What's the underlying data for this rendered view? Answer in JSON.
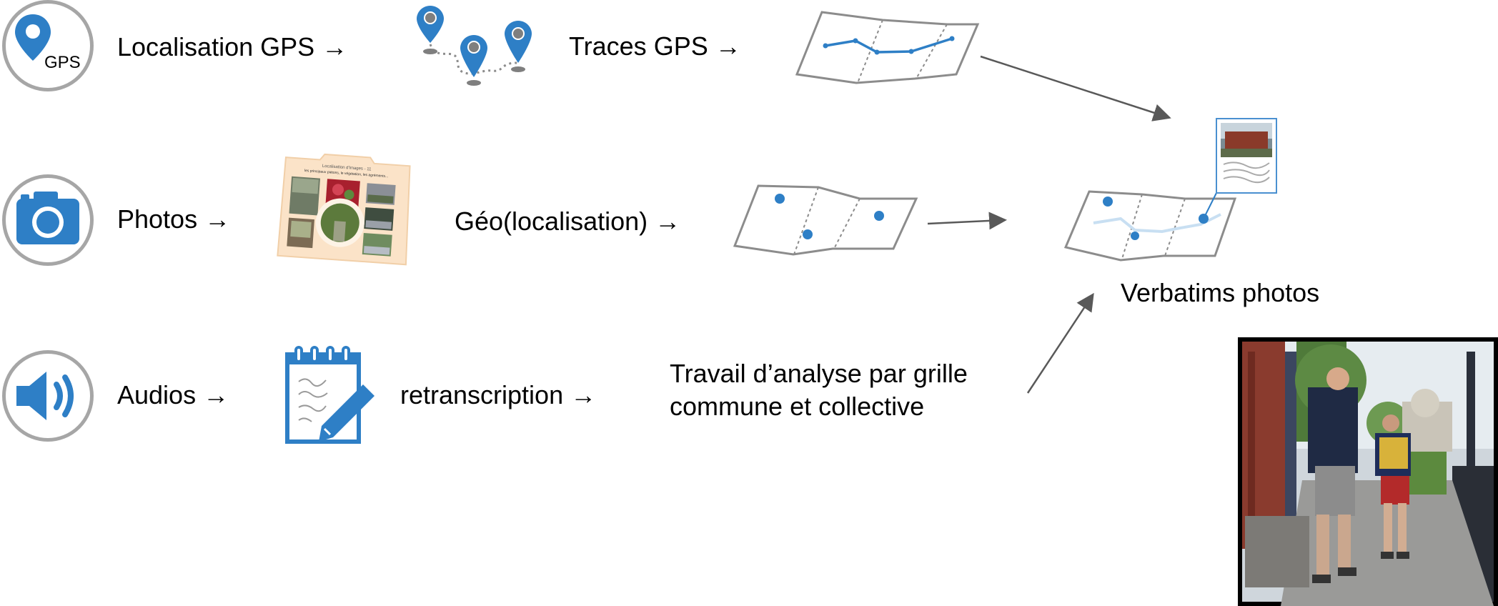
{
  "colors": {
    "accent": "#2e7fc6",
    "map_stroke": "#8c8c8c",
    "arrow": "#595959",
    "circle_border": "#a6a6a6"
  },
  "rows": [
    {
      "label": "Localisation GPS →",
      "icon": "gps-pin-icon",
      "step_label": "Traces GPS →",
      "step_icon": "route-pins-icon"
    },
    {
      "label": "Photos →",
      "icon": "camera-icon",
      "step_label": "Géo(localisation) →",
      "step_icon": "photo-album-icon"
    },
    {
      "label": "Audios →",
      "icon": "speaker-icon",
      "step_label": "retranscription →",
      "step_icon": "notepad-pencil-icon"
    }
  ],
  "gps_icon_text": "GPS",
  "analysis_text": {
    "line1": "Travail d’analyse par grille",
    "line2": "commune et collective"
  },
  "result_label": "Verbatims photos",
  "photo_album": {
    "header": "Localisation d'images - 11",
    "subtitle": "les principaux piétons, le végétation, les agréments..."
  }
}
